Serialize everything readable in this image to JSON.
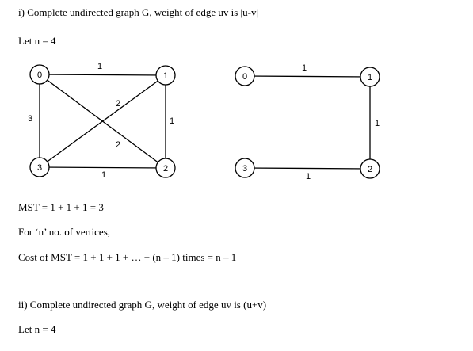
{
  "text": {
    "part1_title": "i) Complete undirected graph G, weight of edge uv is |u-v|",
    "part1_let": "Let n = 4",
    "mst": "MST = 1 + 1 + 1 = 3",
    "for_n": "For ‘n’ no. of vertices,",
    "cost": "Cost of MST  = 1 + 1 + 1 + … + (n – 1) times = n – 1",
    "part2_title": "ii) Complete undirected graph G, weight of edge uv is (u+v)",
    "part2_let": "Let n = 4"
  },
  "graphs": {
    "complete": {
      "nodes": [
        "0",
        "1",
        "2",
        "3"
      ],
      "edges": [
        {
          "from": "0",
          "to": "1",
          "weight": "1"
        },
        {
          "from": "1",
          "to": "2",
          "weight": "1"
        },
        {
          "from": "2",
          "to": "3",
          "weight": "1"
        },
        {
          "from": "0",
          "to": "3",
          "weight": "3"
        },
        {
          "from": "0",
          "to": "2",
          "weight": "2"
        },
        {
          "from": "1",
          "to": "3",
          "weight": "2"
        }
      ]
    },
    "mst": {
      "nodes": [
        "0",
        "1",
        "2",
        "3"
      ],
      "edges": [
        {
          "from": "0",
          "to": "1",
          "weight": "1"
        },
        {
          "from": "1",
          "to": "2",
          "weight": "1"
        },
        {
          "from": "2",
          "to": "3",
          "weight": "1"
        }
      ]
    }
  }
}
